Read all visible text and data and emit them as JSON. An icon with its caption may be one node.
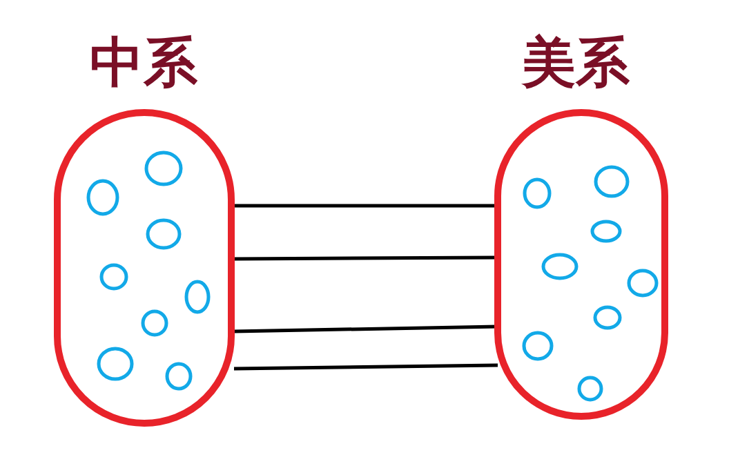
{
  "diagram": {
    "nodes": [
      {
        "text": [
          "中系"
        ]
      },
      {
        "text": [
          "美系"
        ]
      }
    ],
    "edges": [
      {
        "from": 0,
        "to": 1,
        "arrow": "none"
      },
      {
        "from": 0,
        "to": 1,
        "arrow": "none"
      },
      {
        "from": 0,
        "to": 1,
        "arrow": "none"
      },
      {
        "from": 0,
        "to": 1,
        "arrow": "none"
      }
    ]
  }
}
